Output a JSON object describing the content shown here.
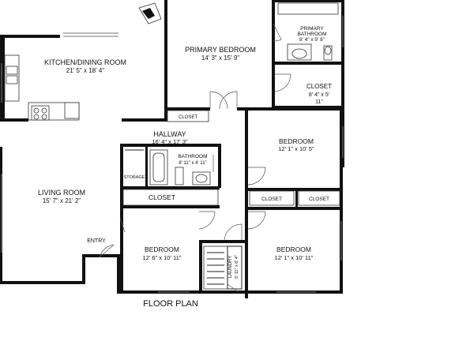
{
  "plan_title": "FLOOR PLAN",
  "rooms": {
    "kitchen_dining": {
      "name": "KITCHEN/DINING ROOM",
      "dims": "21' 5\" x 18' 4\""
    },
    "primary_bedroom": {
      "name": "PRIMARY BEDROOM",
      "dims": "14' 3\" x 15' 9\""
    },
    "primary_bathroom": {
      "name_line1": "PRIMARY",
      "name_line2": "BATHROOM",
      "dims": "8' 4\" x 9' 8\""
    },
    "closet_primary": {
      "name": "CLOSET",
      "dims_line1": "8' 4\" x 5'",
      "dims_line2": "11\""
    },
    "closet_small": {
      "name": "CLOSET"
    },
    "hallway": {
      "name": "HALLWAY",
      "dims": "16' 4\" x 17' 3\""
    },
    "bedroom_2": {
      "name": "BEDROOM",
      "dims": "12' 1\" x 10' 5\""
    },
    "bathroom": {
      "name": "BATHROOM",
      "dims": "8' 11\" x 4' 11\""
    },
    "storage": {
      "name": "STORAGE"
    },
    "closet_hall": {
      "name": "CLOSET"
    },
    "closet_b2_left": {
      "name": "CLOSET"
    },
    "closet_b2_right": {
      "name": "CLOSET"
    },
    "living_room": {
      "name": "LIVING ROOM",
      "dims": "15' 7\" x 21' 2\""
    },
    "entry": {
      "name": "ENTRY"
    },
    "bedroom_3": {
      "name": "BEDROOM",
      "dims": "12' 6\" x 10' 11\""
    },
    "bedroom_4": {
      "name": "BEDROOM",
      "dims": "12' 1\" x 10' 11\""
    },
    "laundry": {
      "name": "LAUNDRY",
      "dims": "5' 11\" x 6' 4\""
    }
  }
}
